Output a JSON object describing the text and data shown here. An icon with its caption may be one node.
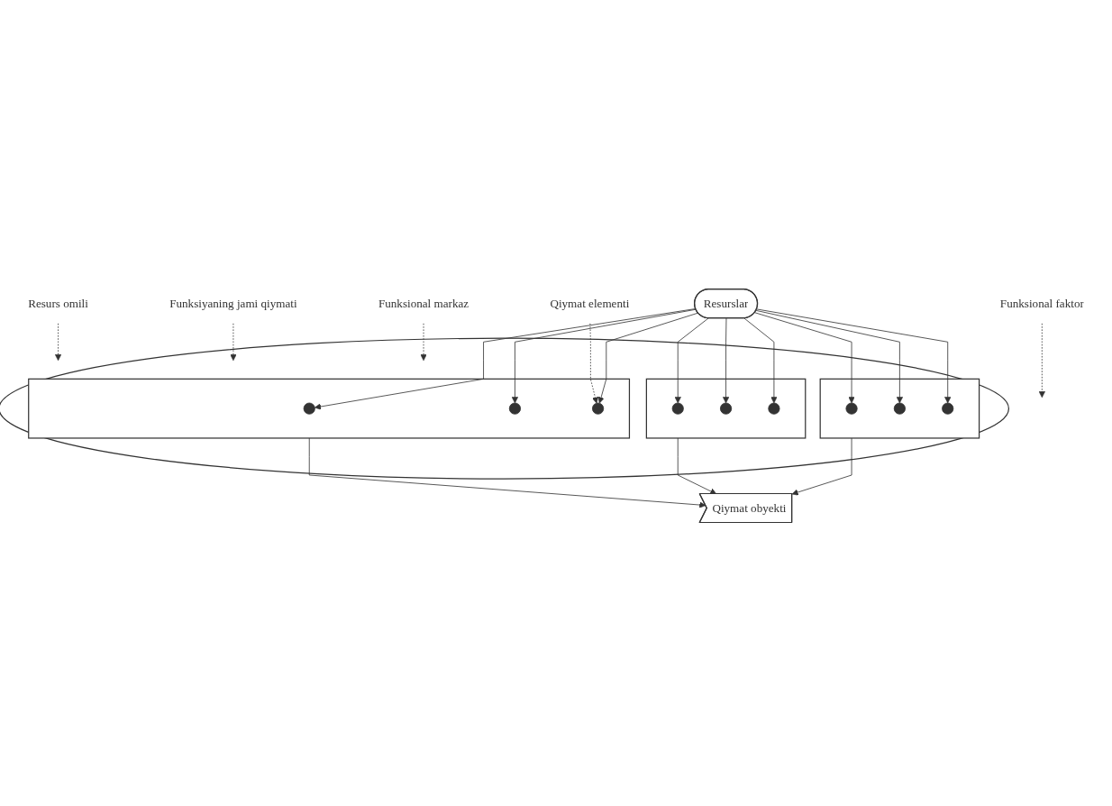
{
  "diagram": {
    "nodes": [
      {
        "text": [
          "Funksional markaz"
        ]
      },
      {
        "text": [
          "Resurslar"
        ]
      },
      {
        "text": [
          "Qiymat elementi"
        ]
      },
      {
        "text": [
          "Funksiyaning jami qiymati"
        ]
      },
      {
        "text": [
          "Resurs omili"
        ]
      },
      {
        "text": [],
        "shape": "ellipse"
      },
      {
        "text": [],
        "shape": "box",
        "in": 5
      },
      {
        "text": [],
        "shape": "circle",
        "in": 6
      },
      {
        "text": [],
        "shape": "circle",
        "in": 6
      },
      {
        "text": [],
        "shape": "circle",
        "in": 6
      },
      {
        "text": [],
        "shape": "box",
        "in": 5
      },
      {
        "text": [],
        "shape": "circle",
        "in": 10
      },
      {
        "text": [],
        "shape": "circle",
        "in": 10
      },
      {
        "text": [],
        "shape": "circle",
        "in": 10
      },
      {
        "text": [],
        "shape": "box",
        "in": 5
      },
      {
        "text": [],
        "shape": "circle",
        "in": 14
      },
      {
        "text": [],
        "shape": "circle",
        "in": 14
      },
      {
        "text": [],
        "shape": "circle",
        "in": 14
      },
      {
        "text": [
          "Funksional faktor"
        ]
      },
      {
        "text": [
          "Qiymat obyekti"
        ]
      }
    ],
    "edges": [
      {
        "from": 1,
        "to": 7,
        "arrow": "to"
      },
      {
        "from": 1,
        "to": 8,
        "arrow": "to"
      },
      {
        "from": 1,
        "to": 9,
        "arrow": "to"
      },
      {
        "from": 1,
        "to": 11,
        "arrow": "to"
      },
      {
        "from": 1,
        "to": 12,
        "arrow": "to"
      },
      {
        "from": 1,
        "to": 13,
        "arrow": "to"
      },
      {
        "from": 1,
        "to": 15,
        "arrow": "to"
      },
      {
        "from": 1,
        "to": 16,
        "arrow": "to"
      },
      {
        "from": 1,
        "to": 17,
        "arrow": "to"
      },
      {
        "from": 0,
        "to": 5,
        "arrow": "to",
        "style": "dashed"
      },
      {
        "from": 3,
        "to": 5,
        "arrow": "to",
        "style": "dashed"
      },
      {
        "from": 4,
        "to": 5,
        "arrow": "to",
        "style": "dashed"
      },
      {
        "from": 2,
        "to": 17,
        "arrow": "to",
        "style": "dashed"
      },
      {
        "from": 6,
        "to": 19,
        "arrow": "to"
      },
      {
        "from": 10,
        "to": 19,
        "arrow": "to"
      },
      {
        "from": 14,
        "to": 19,
        "arrow": "to"
      },
      {
        "from": 18,
        "to": null,
        "arrow": "to",
        "style": "dashed"
      }
    ]
  }
}
